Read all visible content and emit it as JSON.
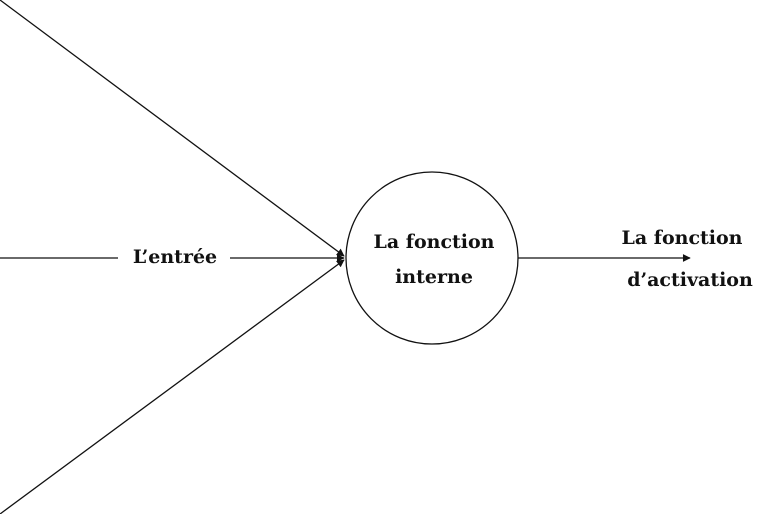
{
  "diagram": {
    "input_label": "L’entrée",
    "node_label_line1": "La fonction",
    "node_label_line2": "interne",
    "output_label_line1": "La fonction",
    "output_label_line2": "d’activation"
  },
  "colors": {
    "stroke": "#111111",
    "background": "#ffffff"
  }
}
